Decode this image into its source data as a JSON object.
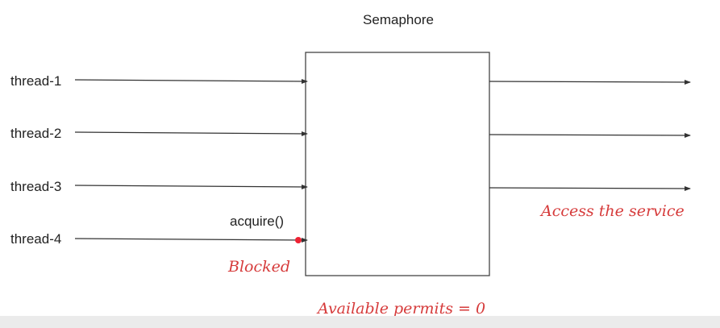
{
  "title": "Semaphore",
  "threads": [
    {
      "label": "thread-1"
    },
    {
      "label": "thread-2"
    },
    {
      "label": "thread-3"
    },
    {
      "label": "thread-4"
    }
  ],
  "call_label": "acquire()",
  "blocked_label": "Blocked",
  "output_label": "Access the service",
  "permits_label": "Available permits = 0",
  "colors": {
    "line": "#333333",
    "box_border": "#444444",
    "annotation": "#d63b3b",
    "blocked_dot": "#ee2233",
    "background": "#ffffff"
  }
}
